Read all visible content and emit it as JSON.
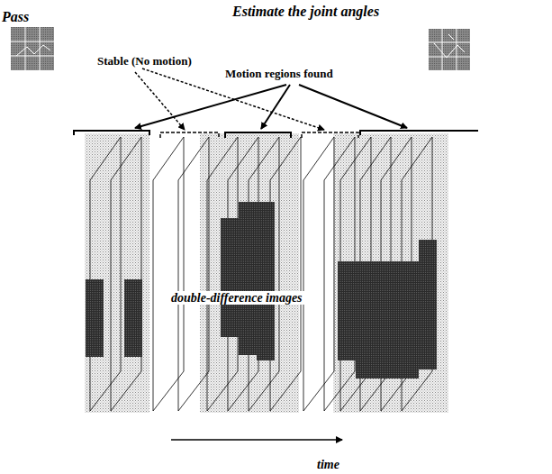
{
  "diagram": {
    "labels": [
      "Estimate the joint angles",
      "Pass",
      "Motion regions found",
      "Stable (No motion)",
      "double-difference images",
      "time"
    ]
  }
}
